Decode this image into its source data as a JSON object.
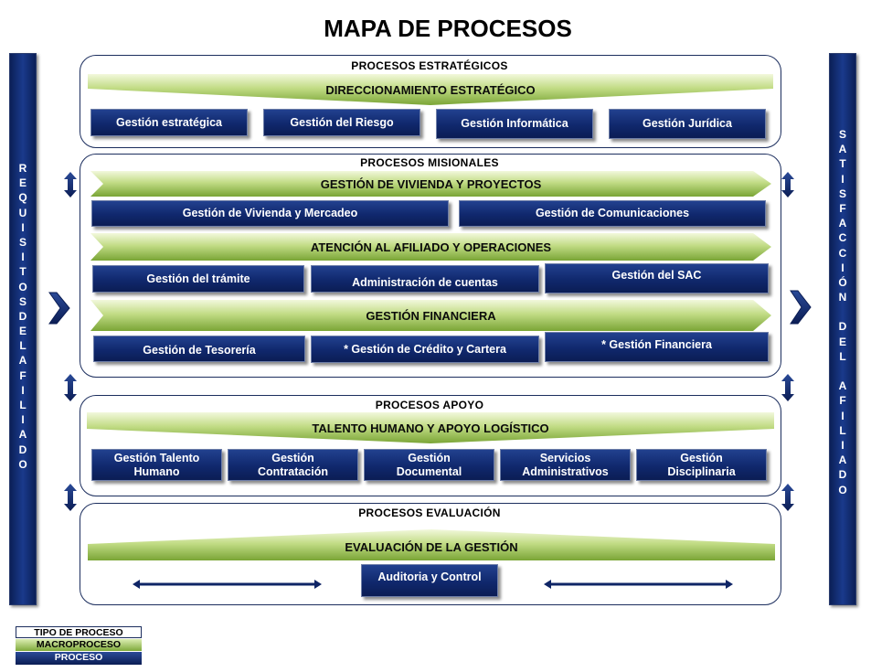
{
  "title": "MAPA DE PROCESOS",
  "left_bar": "REQUISITOSDELAFILIADO",
  "right_bar": "SATISFACCIÓN DEL AFILIADO",
  "sections": {
    "estrategicos": {
      "label": "PROCESOS  ESTRATÉGICOS",
      "macro": "DIRECCIONAMIENTO ESTRATÉGICO",
      "processes": [
        "Gestión estratégica",
        "Gestión del Riesgo",
        "Gestión Informática",
        "Gestión Jurídica"
      ]
    },
    "misionales": {
      "label": "PROCESOS  MISIONALES",
      "macro1": "GESTIÓN DE VIVIENDA Y PROYECTOS",
      "row1": [
        "Gestión de Vivienda y Mercadeo",
        "Gestión de Comunicaciones"
      ],
      "macro2": "ATENCIÓN AL AFILIADO Y OPERACIONES",
      "row2": [
        "Gestión del trámite",
        "Administración de cuentas",
        "Gestión del SAC"
      ],
      "macro3": "GESTIÓN FINANCIERA",
      "row3": [
        "Gestión de Tesorería",
        "* Gestión de Crédito y Cartera",
        "* Gestión Financiera"
      ]
    },
    "apoyo": {
      "label": "PROCESOS  APOYO",
      "macro": "TALENTO HUMANO Y APOYO LOGÍSTICO",
      "processes": [
        "Gestión Talento Humano",
        "Gestión Contratación",
        "Gestión Documental",
        "Servicios Administrativos",
        "Gestión Disciplinaria"
      ]
    },
    "evaluacion": {
      "label": "PROCESOS EVALUACIÓN",
      "macro": "EVALUACIÓN DE LA GESTIÓN",
      "process": "Auditoria y Control"
    }
  },
  "legend": {
    "tipo": "TIPO DE PROCESO",
    "macro": "MACROPROCESO",
    "proceso": "PROCESO"
  },
  "colors": {
    "navy": "#10286d",
    "green_light": "#e9f3c8",
    "green_dark": "#7ea93a",
    "border": "#1c2e5e"
  }
}
